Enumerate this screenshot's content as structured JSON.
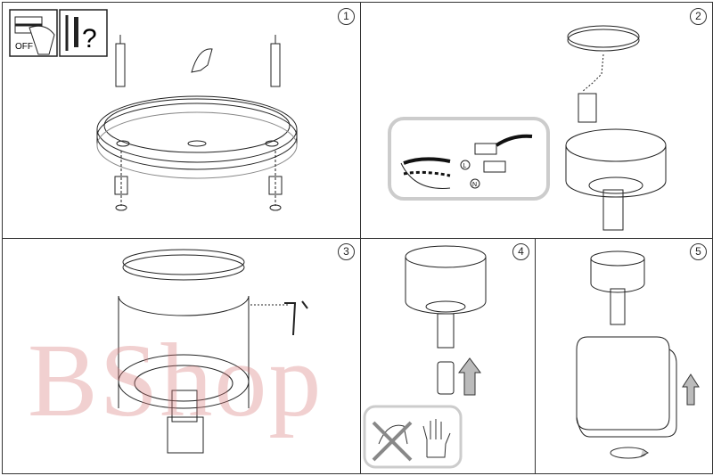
{
  "steps": [
    {
      "number": "1"
    },
    {
      "number": "2"
    },
    {
      "number": "3"
    },
    {
      "number": "4"
    },
    {
      "number": "5"
    }
  ],
  "step1": {
    "switch_label": "OFF",
    "question_mark": "?"
  },
  "step2": {
    "live_label": "L",
    "neutral_label": "N"
  },
  "watermark": "BShop",
  "icons": [
    "power-off-icon",
    "screws-anchors-icon",
    "wire-connection-icon",
    "allen-key-icon",
    "arrow-up-icon",
    "no-bare-hands-icon",
    "gloves-icon",
    "rotate-icon"
  ]
}
